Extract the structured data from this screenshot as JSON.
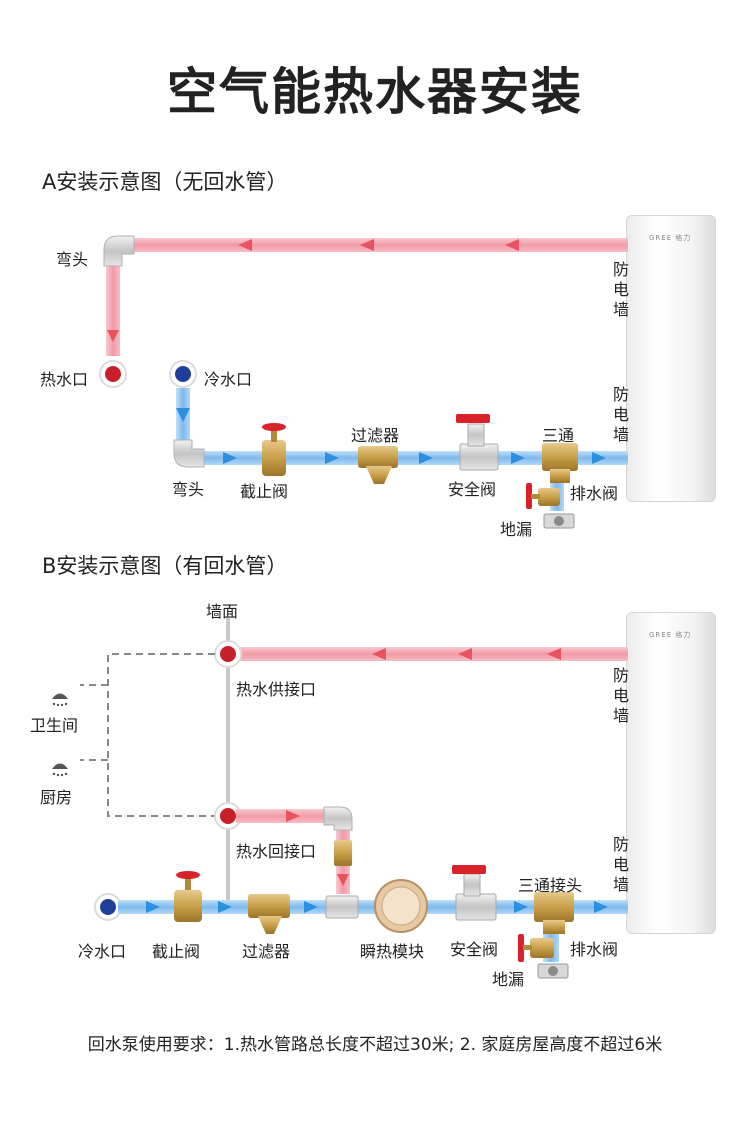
{
  "title": "空气能热水器安装",
  "sectionA": {
    "title": "A安装示意图（无回水管）",
    "labels": {
      "elbow_top": "弯头",
      "hot_outlet": "热水口",
      "cold_inlet": "冷水口",
      "elbow_bottom": "弯头",
      "stop_valve": "截止阀",
      "filter": "过滤器",
      "safety_valve": "安全阀",
      "tee": "三通",
      "drain_valve": "排水阀",
      "floor_drain": "地漏",
      "anti_shock_wall_1": "防电墙",
      "anti_shock_wall_2": "防电墙"
    }
  },
  "sectionB": {
    "title": "B安装示意图（有回水管）",
    "labels": {
      "wall": "墙面",
      "hot_supply": "热水供接口",
      "bathroom": "卫生间",
      "kitchen": "厨房",
      "hot_return": "热水回接口",
      "cold_inlet": "冷水口",
      "stop_valve": "截止阀",
      "filter": "过滤器",
      "instant_heat": "瞬热模块",
      "safety_valve": "安全阀",
      "tee_joint": "三通接头",
      "drain_valve": "排水阀",
      "floor_drain": "地漏",
      "anti_shock_wall_1": "防电墙",
      "anti_shock_wall_2": "防电墙"
    }
  },
  "tank_brand": "GREE 格力",
  "note": "回水泵使用要求：1.热水管路总长度不超过30米; 2. 家庭房屋高度不超过6米",
  "colors": {
    "hot_pipe": "#f4a6b0",
    "hot_arrow": "#e8535f",
    "cold_pipe": "#8fc3ef",
    "cold_arrow": "#2d8fe0",
    "brass": "#c9a04a",
    "valve_red": "#d8232a",
    "port_red": "#c8202a",
    "port_blue": "#1f3f9a",
    "dashed": "#888888"
  }
}
